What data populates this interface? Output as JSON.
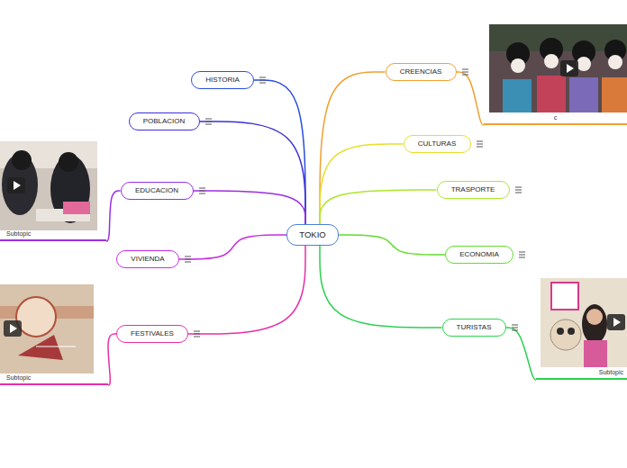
{
  "diagram": {
    "nodes": [
      {
        "text": [
          "TOKIO"
        ]
      },
      {
        "text": [
          "HISTORIA"
        ]
      },
      {
        "text": [
          "POBLACION"
        ]
      },
      {
        "text": [
          "EDUCACION"
        ]
      },
      {
        "text": [
          "VIVIENDA"
        ]
      },
      {
        "text": [
          "FESTIVALES"
        ]
      },
      {
        "text": [
          "CREENCIAS"
        ]
      },
      {
        "text": [
          "CULTURAS"
        ]
      },
      {
        "text": [
          "TRASPORTE"
        ]
      },
      {
        "text": [
          "ECONOMIA"
        ]
      },
      {
        "text": [
          "TURISTAS"
        ]
      },
      {
        "text": [
          "c"
        ]
      },
      {
        "text": [
          "Subtopic"
        ]
      },
      {
        "text": [
          "Subtopic"
        ]
      },
      {
        "text": [
          "Subtopic"
        ]
      }
    ],
    "edges": [
      {
        "from": 0,
        "to": 1,
        "arrow": "none"
      },
      {
        "from": 0,
        "to": 2,
        "arrow": "none"
      },
      {
        "from": 0,
        "to": 3,
        "arrow": "none"
      },
      {
        "from": 0,
        "to": 4,
        "arrow": "none"
      },
      {
        "from": 0,
        "to": 5,
        "arrow": "none"
      },
      {
        "from": 0,
        "to": 6,
        "arrow": "none"
      },
      {
        "from": 0,
        "to": 7,
        "arrow": "none"
      },
      {
        "from": 0,
        "to": 8,
        "arrow": "none"
      },
      {
        "from": 0,
        "to": 9,
        "arrow": "none"
      },
      {
        "from": 0,
        "to": 10,
        "arrow": "none"
      },
      {
        "from": 6,
        "to": 11,
        "arrow": "none"
      },
      {
        "from": 3,
        "to": 12,
        "arrow": "none"
      },
      {
        "from": 5,
        "to": 13,
        "arrow": "none"
      },
      {
        "from": 10,
        "to": 14,
        "arrow": "none"
      }
    ]
  }
}
